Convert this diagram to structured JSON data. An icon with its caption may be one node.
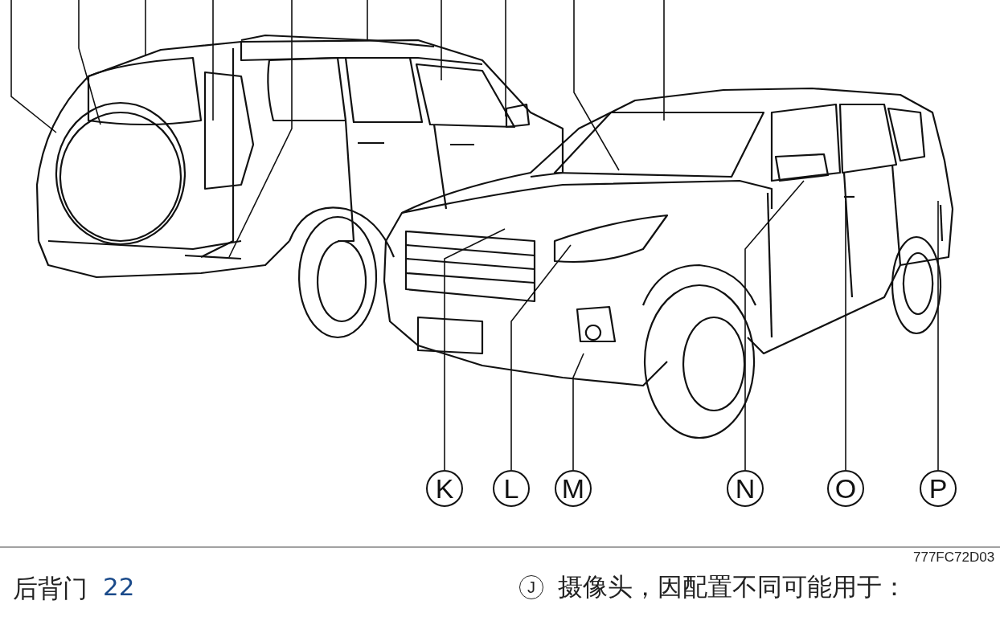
{
  "diagram": {
    "nodes": [
      {
        "text": [
          "K"
        ]
      },
      {
        "text": [
          "L"
        ]
      },
      {
        "text": [
          "M"
        ]
      },
      {
        "text": [
          "N"
        ]
      },
      {
        "text": [
          "O"
        ]
      },
      {
        "text": [
          "P"
        ]
      }
    ],
    "edges": [
      {
        "from": 0,
        "to": null,
        "arrow": "none"
      },
      {
        "from": 1,
        "to": null,
        "arrow": "none"
      },
      {
        "from": 2,
        "to": null,
        "arrow": "none"
      },
      {
        "from": 3,
        "to": null,
        "arrow": "none"
      },
      {
        "from": 4,
        "to": null,
        "arrow": "none"
      },
      {
        "from": 5,
        "to": null,
        "arrow": "none"
      }
    ],
    "labels": [
      "777FC72D03",
      "后背门",
      "22",
      "J",
      "摄像头，因配置不同可能用于："
    ]
  }
}
